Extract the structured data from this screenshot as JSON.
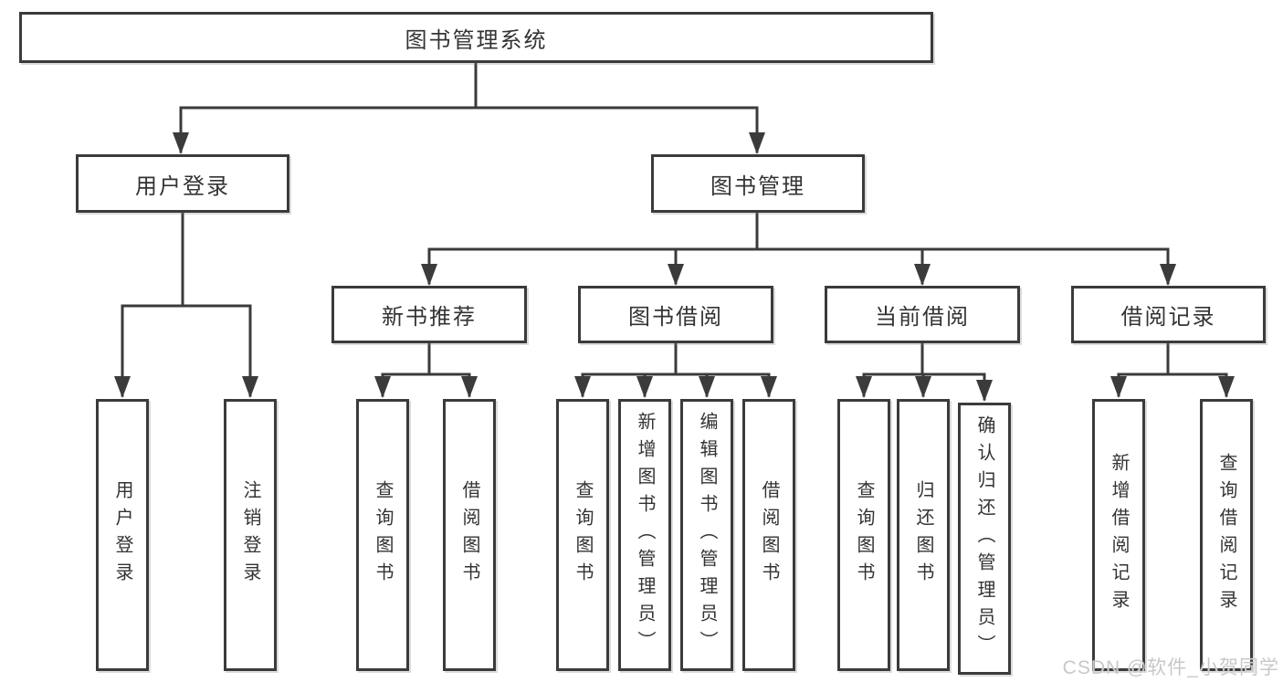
{
  "nodes": {
    "root": "图书管理系统",
    "user_login": "用户登录",
    "book_management": "图书管理",
    "new_book_recommend": "新书推荐",
    "book_borrow": "图书借阅",
    "current_borrow": "当前借阅",
    "borrow_records": "借阅记录",
    "leaves_user_login": [
      "用户登录",
      "注销登录"
    ],
    "leaves_new_book_recommend": [
      "查询图书",
      "借阅图书"
    ],
    "leaves_book_borrow": [
      "查询图书",
      "新增图书（管理员）",
      "编辑图书（管理员）",
      "借阅图书"
    ],
    "leaves_current_borrow": [
      "查询图书",
      "归还图书",
      "确认归还（管理员）"
    ],
    "leaves_borrow_records": [
      "新增借阅记录",
      "查询借阅记录"
    ]
  },
  "watermark": "CSDN @软件_小贺同学",
  "colors": {
    "line": "#3b3b3b",
    "text": "#333333",
    "box_background": "#ffffff",
    "watermark_text": "#c8c8c8",
    "background": "#ffffff"
  }
}
